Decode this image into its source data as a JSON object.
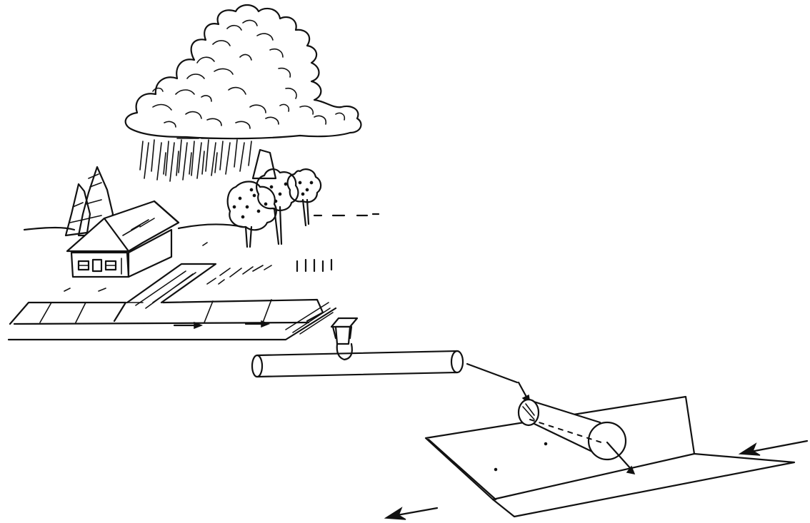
{
  "figure": {
    "background": "#ffffff",
    "ink_color": "#111111",
    "elements": [
      "storm-cloud",
      "rain-shower",
      "conifer-trees",
      "deciduous-trees",
      "house",
      "driveway",
      "street-curb",
      "storm-drain-inlet",
      "storm-sewer-pipe",
      "outfall-pipe",
      "stream-channel",
      "flow-arrows"
    ]
  }
}
